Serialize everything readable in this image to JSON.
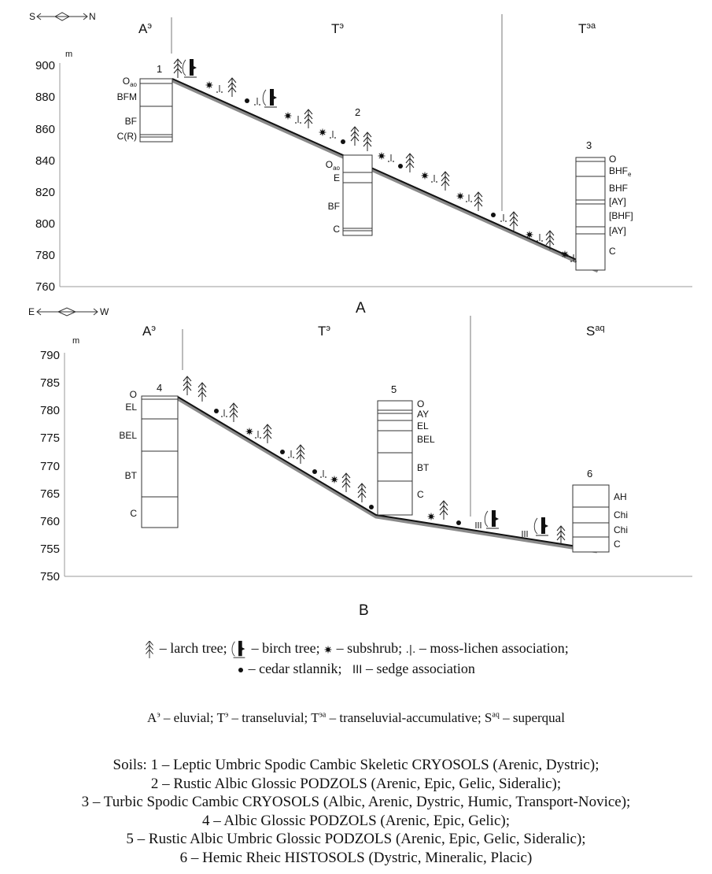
{
  "panel_a": {
    "label": "A",
    "orientation": {
      "left": "S",
      "right": "N"
    },
    "unit": "m",
    "y_ticks": [
      "900",
      "880",
      "860",
      "840",
      "820",
      "800",
      "780",
      "760"
    ],
    "zones": [
      {
        "base": "A",
        "sup": "э"
      },
      {
        "base": "T",
        "sup": "э"
      },
      {
        "base": "T",
        "sup": "эа"
      }
    ],
    "profiles": [
      {
        "number": "1",
        "horizons": [
          "O",
          "BFM",
          "BF",
          "C(R)"
        ],
        "o_sub": "ao"
      },
      {
        "number": "2",
        "horizons": [
          "O",
          "E",
          "BF",
          "C"
        ],
        "o_sub": "ao"
      },
      {
        "number": "3",
        "horizons": [
          "O",
          "BHF",
          "BHF",
          "[AY]",
          "[BHF]",
          "[AY]",
          "C"
        ],
        "bhf_sub": "e"
      }
    ]
  },
  "panel_b": {
    "label": "B",
    "orientation": {
      "left": "E",
      "right": "W"
    },
    "unit": "m",
    "y_ticks": [
      "790",
      "785",
      "780",
      "775",
      "770",
      "765",
      "760",
      "755",
      "750"
    ],
    "zones": [
      {
        "base": "A",
        "sup": "э"
      },
      {
        "base": "T",
        "sup": "э"
      },
      {
        "base": "S",
        "sup": "aq"
      }
    ],
    "profiles": [
      {
        "number": "4",
        "horizons": [
          "O",
          "EL",
          "BEL",
          "BT",
          "C"
        ]
      },
      {
        "number": "5",
        "horizons": [
          "O",
          "AY",
          "EL",
          "BEL",
          "BT",
          "C"
        ]
      },
      {
        "number": "6",
        "horizons": [
          "AH",
          "Chi",
          "Chi",
          "C"
        ]
      }
    ]
  },
  "legend": {
    "larch": "– larch tree;",
    "birch": "– birch tree;",
    "subshrub": "– subshrub;",
    "moss_icon": ".|.",
    "moss": "– moss-lichen  association;",
    "cedar": "– cedar stlannik;",
    "sedge_icon": "III",
    "sedge": "– sedge association"
  },
  "landscape": {
    "a_base": "A",
    "a_sup": "э",
    "a_text": " – eluvial; ",
    "t_base": "T",
    "t_sup": "э",
    "t_text": " – transeluvial; ",
    "ta_base": "T",
    "ta_sup": "эа",
    "ta_text": " – transeluvial-accumulative; ",
    "s_base": "S",
    "s_sup": "aq",
    "s_text": " – superqual"
  },
  "soils": [
    "Soils: 1 – Leptic Umbric Spodic Cambic Skeletic CRYOSOLS (Arenic, Dystric);",
    "2 – Rustic Albic Glossic PODZOLS (Arenic, Epic, Gelic, Sideralic);",
    "3 – Turbic Spodic Cambic CRYOSOLS (Albic, Arenic, Dystric, Humic, Transport-Novice);",
    "4 – Albic Glossic PODZOLS (Arenic, Epic, Gelic);",
    "5 – Rustic Albic Umbric Glossic PODZOLS (Arenic, Epic, Gelic, Sideralic);",
    "6 – Hemic Rheic HISTOSOLS (Dystric, Mineralic,  Placic)"
  ],
  "colors": {
    "line": "#8a8a8a",
    "ink": "#111111"
  }
}
